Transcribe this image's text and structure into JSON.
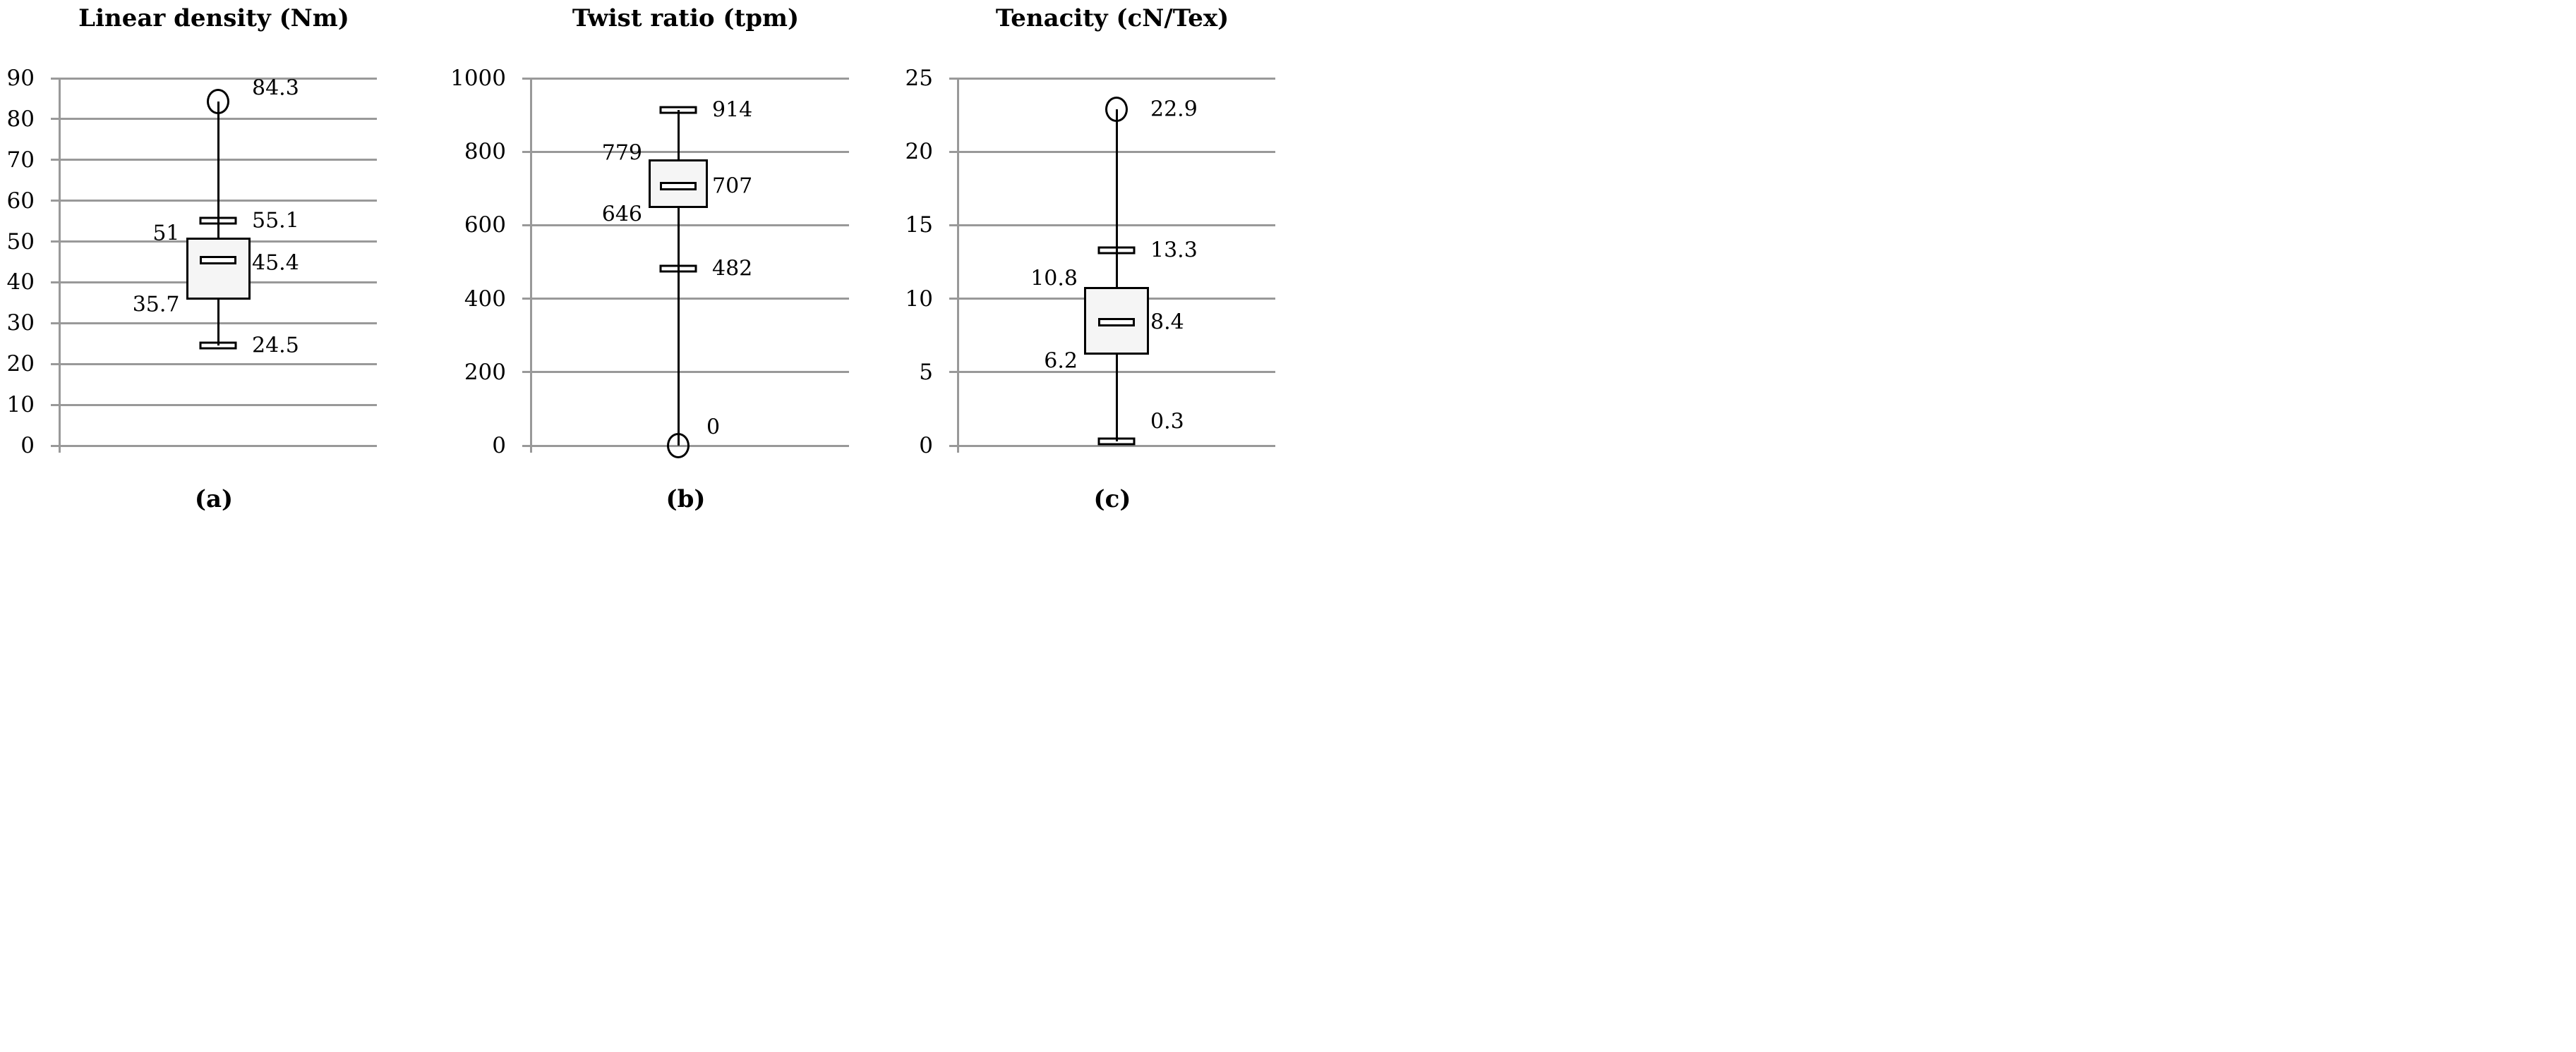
{
  "figure": {
    "background": "#ffffff",
    "colors": {
      "grid": "#999999",
      "axis": "#999999",
      "mark": "#000000",
      "box_fill": "#f5f5f5",
      "marker_fill": "#ffffff",
      "text": "#000000"
    }
  },
  "chart_data": [
    {
      "type": "boxplot",
      "title": "Linear density (Nm)",
      "caption": "(a)",
      "ylabel": "",
      "ylim": [
        0,
        90
      ],
      "yticks": [
        90,
        80,
        70,
        60,
        50,
        40,
        30,
        20,
        10,
        0
      ],
      "grid": true,
      "legend": false,
      "stats": {
        "q1": 35.7,
        "median": 45.4,
        "q3": 51,
        "whisker_low_cap": 24.5,
        "whisker_high_cap": 55.1,
        "outliers": [
          84.3
        ],
        "whisker_span": [
          24.5,
          84.3
        ]
      },
      "annotations": [
        {
          "text": "84.3",
          "value": 84.3,
          "side": "right",
          "dy": -19,
          "dx": 0
        },
        {
          "text": "55.1",
          "value": 55.1,
          "side": "right",
          "dy": 0,
          "dx": 0
        },
        {
          "text": "51",
          "value": 51,
          "side": "left",
          "dy": -6,
          "dx": 0
        },
        {
          "text": "45.4",
          "value": 45.4,
          "side": "right",
          "dy": 4,
          "dx": 0
        },
        {
          "text": "35.7",
          "value": 35.7,
          "side": "left",
          "dy": 7,
          "dx": 0
        },
        {
          "text": "24.5",
          "value": 24.5,
          "side": "right",
          "dy": 0,
          "dx": 0
        }
      ]
    },
    {
      "type": "boxplot",
      "title": "Twist ratio (tpm)",
      "caption": "(b)",
      "ylabel": "",
      "ylim": [
        0,
        1000
      ],
      "yticks": [
        1000,
        800,
        600,
        400,
        200,
        0
      ],
      "grid": true,
      "legend": false,
      "stats": {
        "q1": 646,
        "median": 707,
        "q3": 779,
        "whisker_low_cap": 482,
        "whisker_high_cap": 914,
        "outliers": [
          0
        ],
        "whisker_span": [
          0,
          914
        ]
      },
      "annotations": [
        {
          "text": "914",
          "value": 914,
          "side": "right",
          "dy": 0,
          "dx": 0
        },
        {
          "text": "779",
          "value": 779,
          "side": "left",
          "dy": -9,
          "dx": 0
        },
        {
          "text": "707",
          "value": 707,
          "side": "right",
          "dy": 0,
          "dx": 0
        },
        {
          "text": "646",
          "value": 646,
          "side": "left",
          "dy": 9,
          "dx": 0
        },
        {
          "text": "482",
          "value": 482,
          "side": "right",
          "dy": 0,
          "dx": 0
        },
        {
          "text": "0",
          "value": 0,
          "side": "right",
          "dy": -26,
          "dx": -8
        }
      ]
    },
    {
      "type": "boxplot",
      "title": "Tenacity (cN/Tex)",
      "caption": "(c)",
      "ylabel": "",
      "ylim": [
        0,
        25
      ],
      "yticks": [
        25,
        20,
        15,
        10,
        5,
        0
      ],
      "grid": true,
      "legend": false,
      "stats": {
        "q1": 6.2,
        "median": 8.4,
        "q3": 10.8,
        "whisker_low_cap": 0.3,
        "whisker_high_cap": 13.3,
        "outliers": [
          22.9
        ],
        "whisker_span": [
          0.3,
          22.9
        ]
      },
      "annotations": [
        {
          "text": "22.9",
          "value": 22.9,
          "side": "right",
          "dy": 0,
          "dx": 0
        },
        {
          "text": "13.3",
          "value": 13.3,
          "side": "right",
          "dy": 0,
          "dx": 0
        },
        {
          "text": "10.8",
          "value": 10.8,
          "side": "left",
          "dy": -12,
          "dx": 0
        },
        {
          "text": "8.4",
          "value": 8.4,
          "side": "right",
          "dy": 0,
          "dx": 0
        },
        {
          "text": "6.2",
          "value": 6.2,
          "side": "left",
          "dy": 9,
          "dx": 0
        },
        {
          "text": "0.3",
          "value": 0.3,
          "side": "right",
          "dy": -28,
          "dx": 0
        }
      ]
    }
  ]
}
